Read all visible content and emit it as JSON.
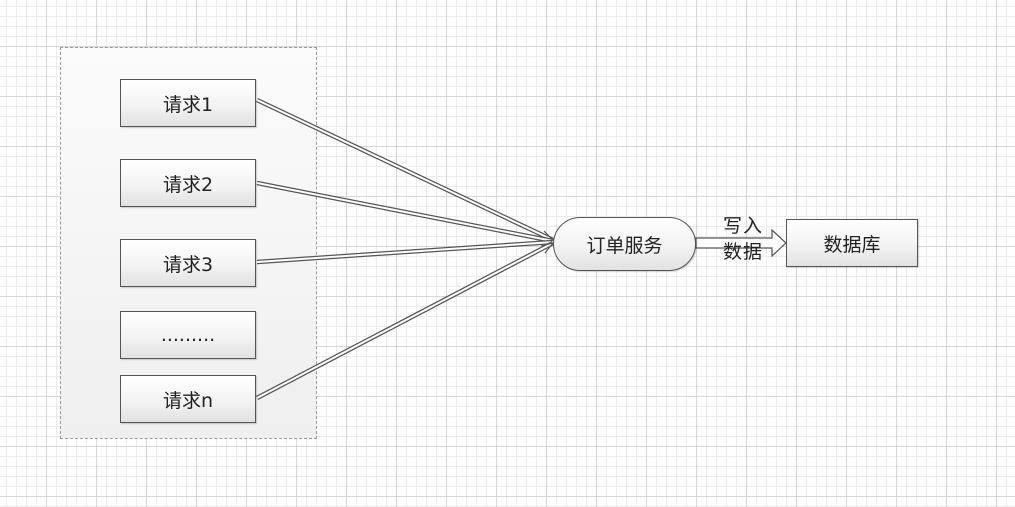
{
  "requests": {
    "req1": "请求1",
    "req2": "请求2",
    "req3": "请求3",
    "ellipsis": ".........",
    "reqn": "请求n"
  },
  "service": {
    "label": "订单服务"
  },
  "write_label": {
    "line1": "写入",
    "line2": "数据"
  },
  "database": {
    "label": "数据库"
  }
}
